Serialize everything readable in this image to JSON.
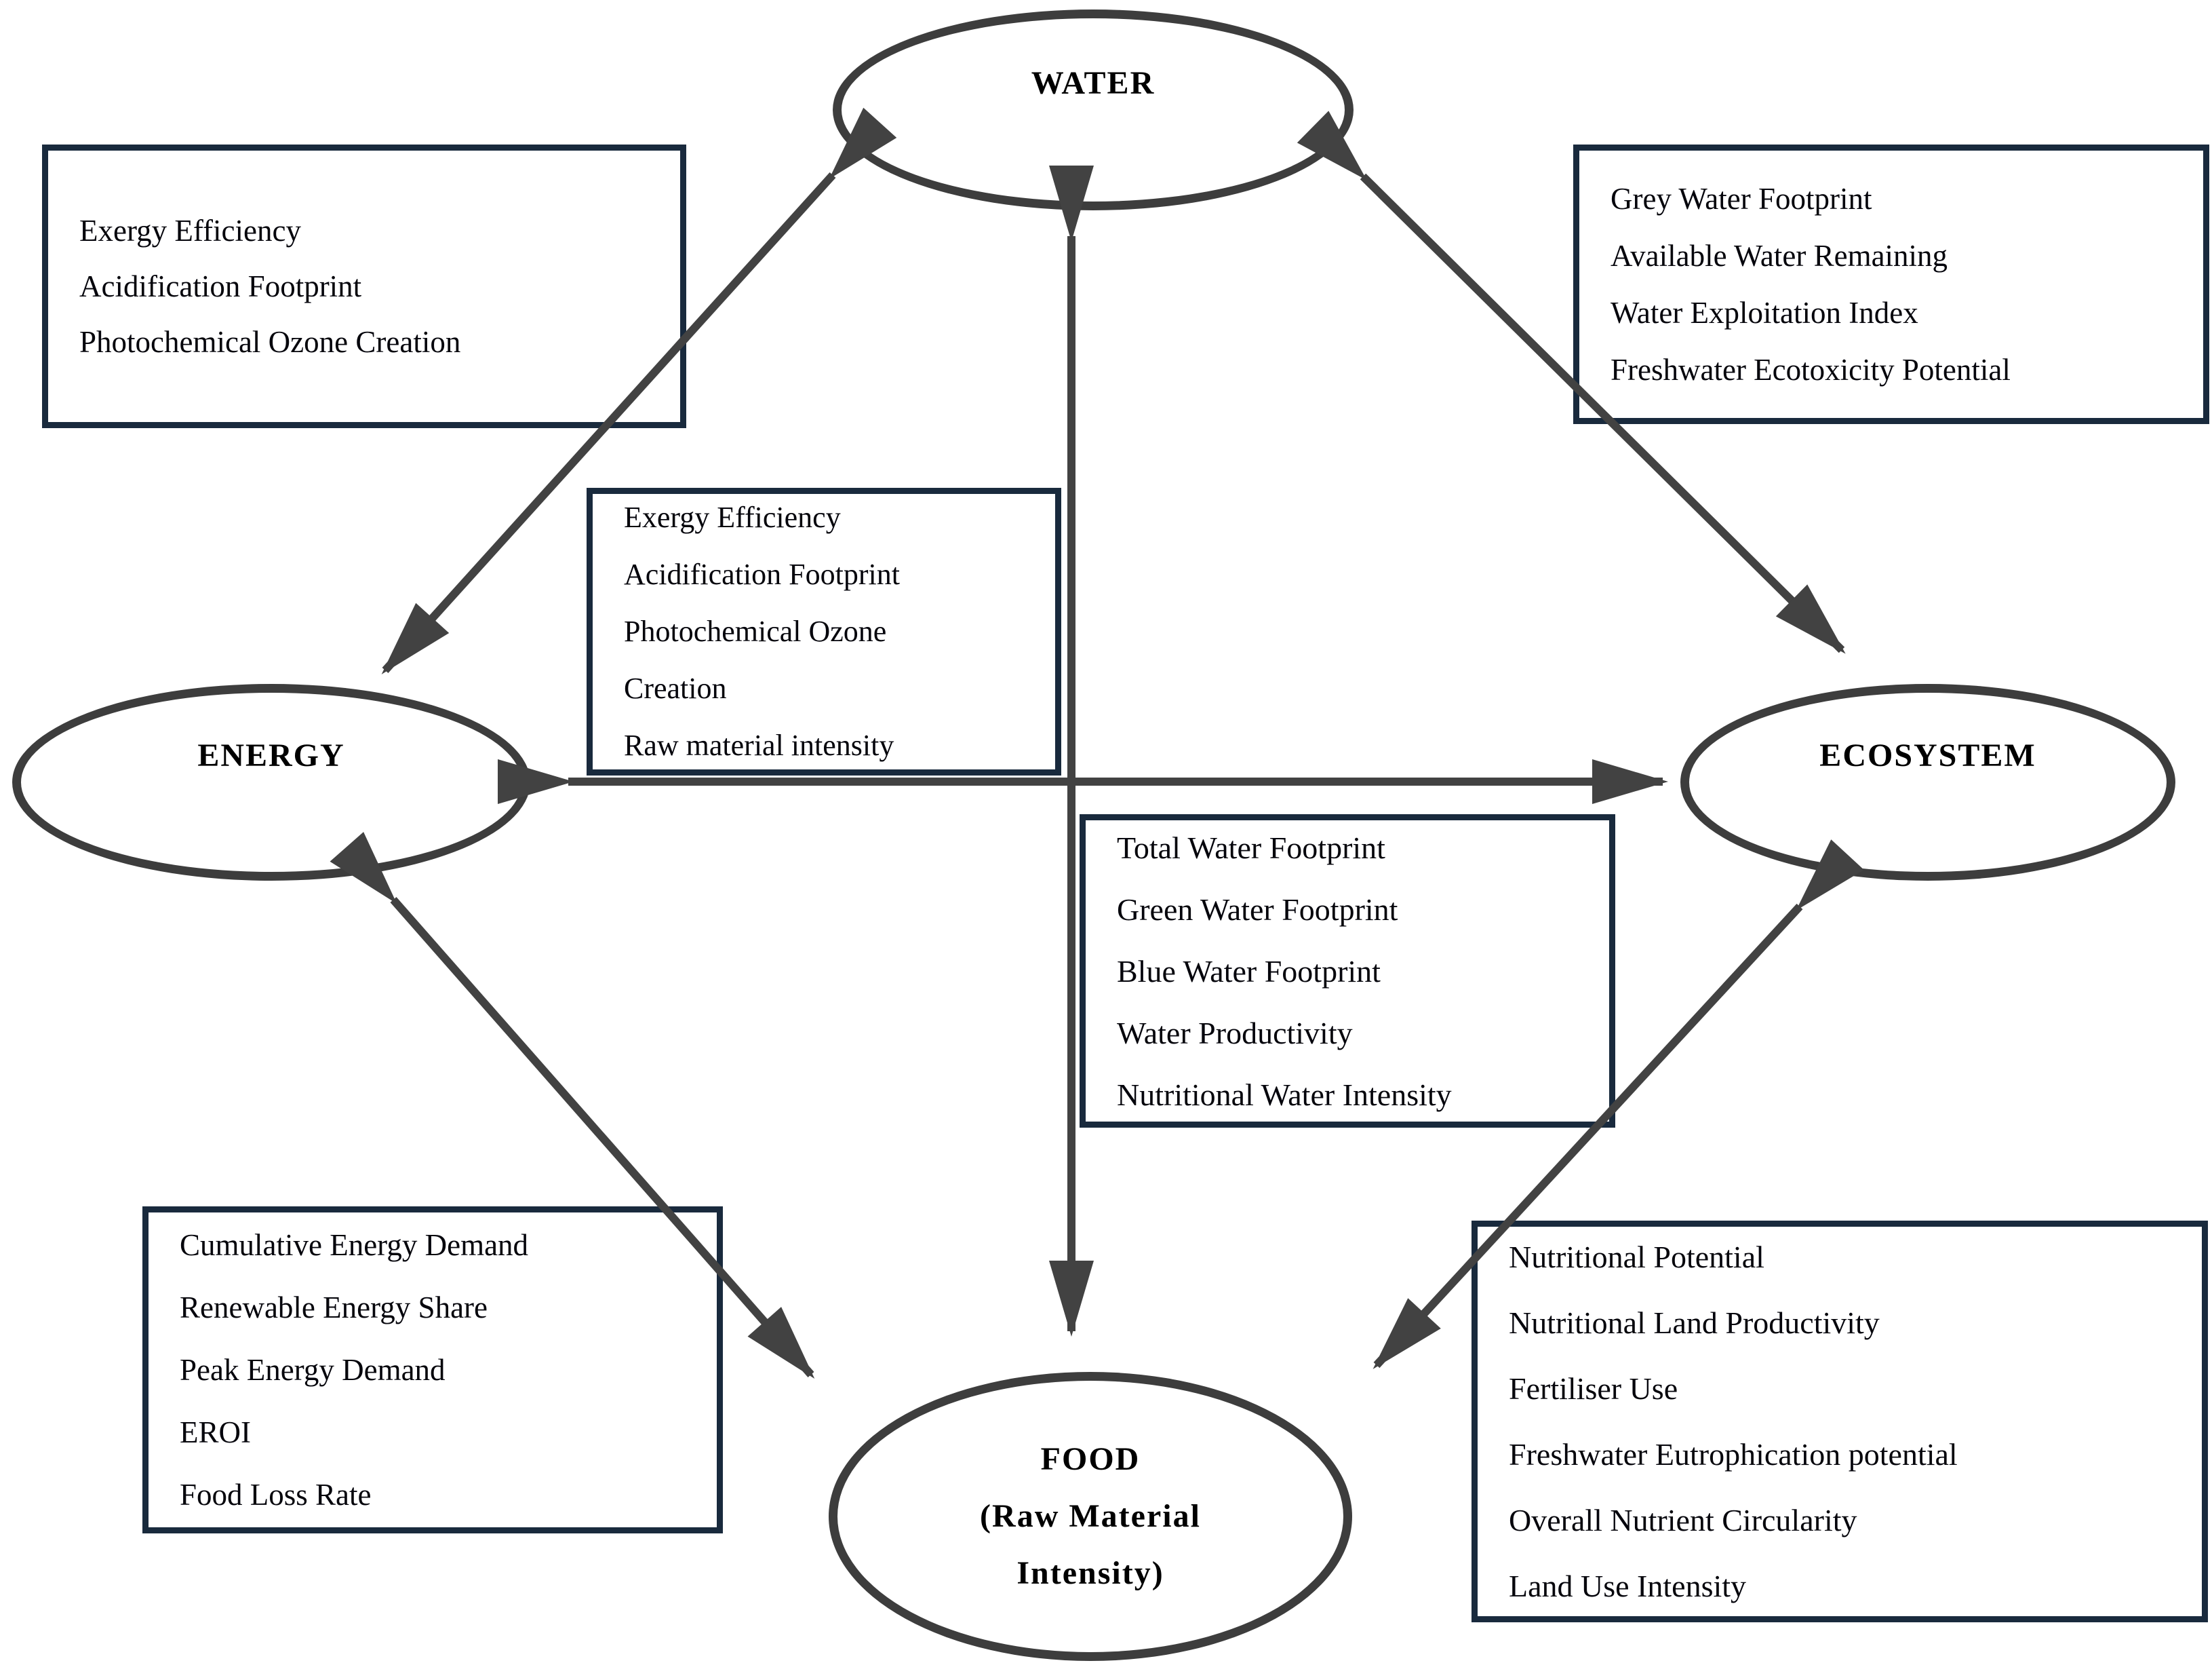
{
  "diagram": {
    "title": "Water-Energy-Food-Ecosystem nexus indicator diagram",
    "nodes": {
      "water": {
        "label": "WATER"
      },
      "energy": {
        "label": "ENERGY"
      },
      "ecosystem": {
        "label": "ECOSYSTEM"
      },
      "food": {
        "label": "FOOD",
        "sublabel_line1": "(Raw Material",
        "sublabel_line2": "Intensity)"
      }
    },
    "boxes": {
      "water_energy": {
        "lines": [
          "Exergy Efficiency",
          "Acidification Footprint",
          "Photochemical Ozone Creation"
        ]
      },
      "water_ecosystem": {
        "lines": [
          "Grey Water Footprint",
          "Available Water Remaining",
          "Water Exploitation Index",
          "Freshwater Ecotoxicity Potential"
        ]
      },
      "energy": {
        "lines": [
          "Exergy Efficiency",
          "Acidification Footprint",
          "Photochemical Ozone",
          "Creation",
          "Raw material intensity"
        ]
      },
      "water_food": {
        "lines": [
          "Total Water Footprint",
          "Green Water Footprint",
          "Blue Water Footprint",
          "Water Productivity",
          "Nutritional Water Intensity"
        ]
      },
      "energy_food": {
        "lines": [
          "Cumulative Energy Demand",
          "Renewable Energy Share",
          "Peak Energy Demand",
          "EROI",
          "Food Loss Rate"
        ]
      },
      "food_ecosystem": {
        "lines": [
          "Nutritional Potential",
          "Nutritional Land Productivity",
          "Fertiliser Use",
          "Freshwater Eutrophication potential",
          "Overall Nutrient Circularity",
          "Land Use Intensity"
        ]
      }
    },
    "arrows": [
      {
        "between": [
          "WATER",
          "ENERGY"
        ],
        "style": "double-headed"
      },
      {
        "between": [
          "WATER",
          "ECOSYSTEM"
        ],
        "style": "double-headed"
      },
      {
        "between": [
          "WATER",
          "FOOD"
        ],
        "style": "double-headed"
      },
      {
        "between": [
          "ENERGY",
          "ECOSYSTEM"
        ],
        "style": "double-headed"
      },
      {
        "between": [
          "ENERGY",
          "FOOD"
        ],
        "style": "double-headed"
      },
      {
        "between": [
          "FOOD",
          "ECOSYSTEM"
        ],
        "style": "double-headed"
      }
    ],
    "colors": {
      "arrow": "#424242",
      "ellipse_border": "#3d3d3d",
      "box_border": "#192a3d",
      "text": "#05050c",
      "background": "#ffffff"
    }
  }
}
